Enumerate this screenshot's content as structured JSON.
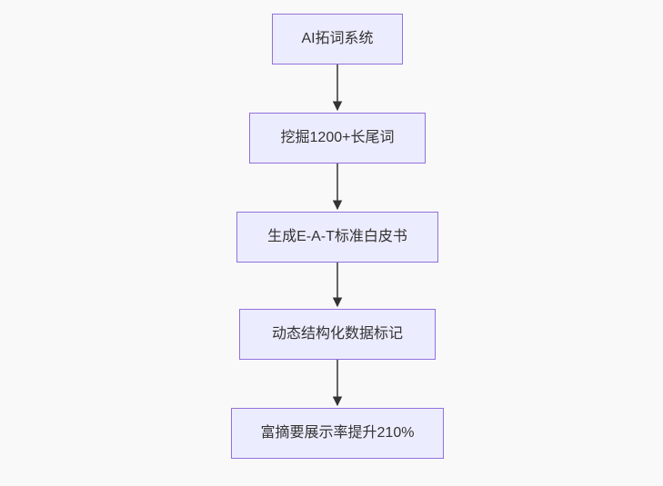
{
  "diagram": {
    "type": "flowchart",
    "direction": "top-down",
    "nodes": [
      {
        "label": "AI拓词系统"
      },
      {
        "label": "挖掘1200+长尾词"
      },
      {
        "label": "生成E-A-T标准白皮书"
      },
      {
        "label": "动态结构化数据标记"
      },
      {
        "label": "富摘要展示率提升210%"
      }
    ],
    "edges": [
      {
        "from": 0,
        "to": 1
      },
      {
        "from": 1,
        "to": 2
      },
      {
        "from": 2,
        "to": 3
      },
      {
        "from": 3,
        "to": 4
      }
    ],
    "colors": {
      "node_fill": "#ECECFF",
      "node_border": "#9370DB",
      "arrow": "#333333",
      "text": "#333333",
      "background": "#f9f9f9"
    }
  }
}
